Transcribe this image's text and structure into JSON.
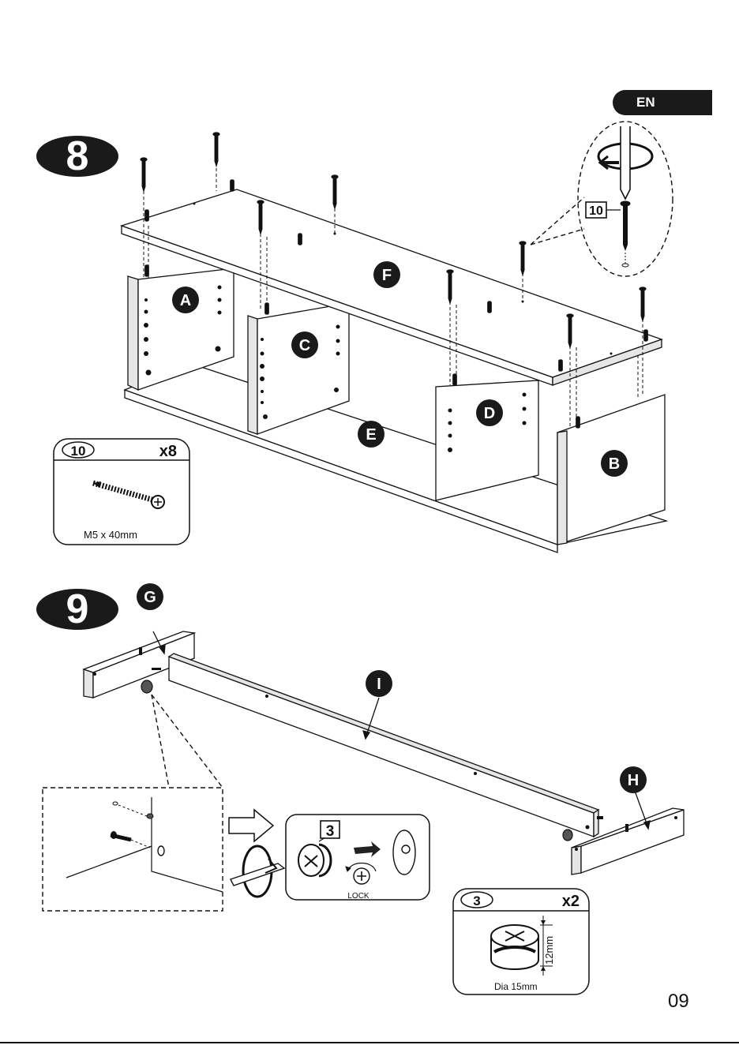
{
  "header": {
    "language": "EN"
  },
  "steps": [
    {
      "number": "8"
    },
    {
      "number": "9"
    }
  ],
  "step8": {
    "panel_labels": {
      "A": "A",
      "B": "B",
      "C": "C",
      "D": "D",
      "E": "E",
      "F": "F"
    },
    "detail_part_number": "10",
    "parts_box": {
      "part_number": "10",
      "quantity": "x8",
      "size": "M5 x 40mm"
    }
  },
  "step9": {
    "panel_labels": {
      "G": "G",
      "H": "H",
      "I": "I"
    },
    "cam_part_number": "3",
    "lock_label": "LOCK",
    "parts_box": {
      "part_number": "3",
      "quantity": "x2",
      "height": "12mm",
      "diameter": "Dia 15mm"
    }
  },
  "footer": {
    "page_number": "09"
  }
}
